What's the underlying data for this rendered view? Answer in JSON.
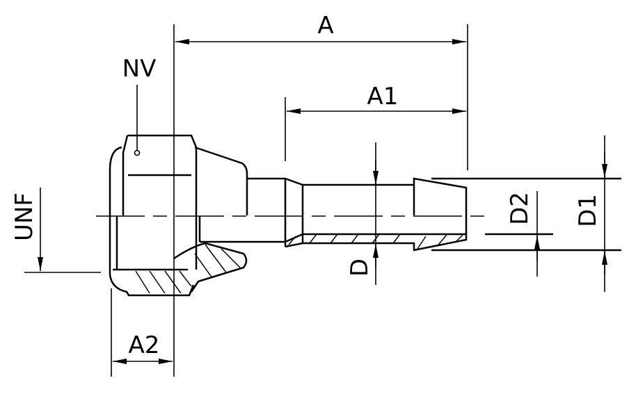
{
  "labels": {
    "a": "A",
    "a1": "A1",
    "a2": "A2",
    "nv": "NV",
    "unf": "UNF",
    "d": "D",
    "d1": "D1",
    "d2": "D2"
  }
}
